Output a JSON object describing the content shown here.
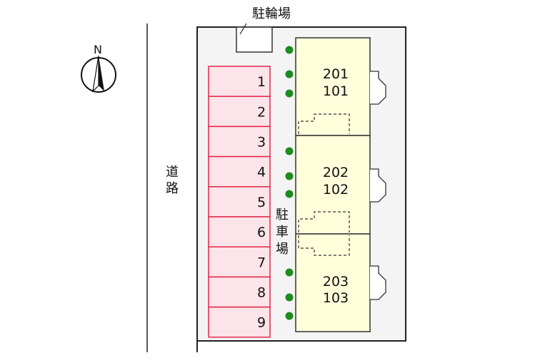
{
  "compass": {
    "label": "N"
  },
  "road": {
    "label": "道路"
  },
  "bicycle_parking": {
    "label": "駐輪場"
  },
  "car_parking": {
    "label": "駐車場"
  },
  "parking_spaces": [
    "1",
    "2",
    "3",
    "4",
    "5",
    "6",
    "7",
    "8",
    "9"
  ],
  "buildings": [
    {
      "upper": "201",
      "lower": "101"
    },
    {
      "upper": "202",
      "lower": "102"
    },
    {
      "upper": "203",
      "lower": "103"
    }
  ],
  "colors": {
    "parking_fill": "#fde3ea",
    "parking_stroke": "#e0284a",
    "building_fill": "#ffffdc",
    "lot_fill": "#f4f4f4",
    "tree": "#1f8a1f"
  }
}
